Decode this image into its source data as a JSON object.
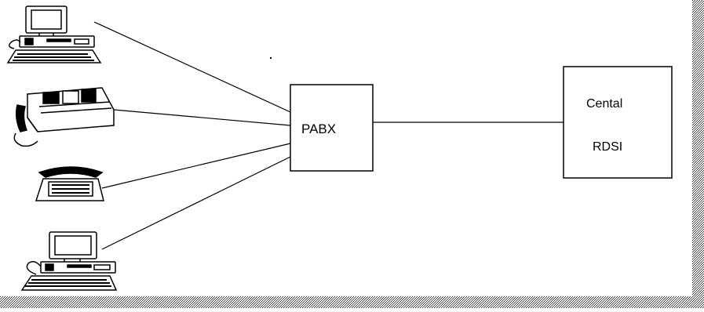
{
  "diagram": {
    "nodes": {
      "pabx": {
        "label": "PABX"
      },
      "central": {
        "label_line1": "Cental",
        "label_line2": "RDSI"
      }
    },
    "devices": [
      {
        "id": "computer-top",
        "icon": "computer-icon"
      },
      {
        "id": "fax",
        "icon": "fax-machine-icon"
      },
      {
        "id": "telephone",
        "icon": "telephone-icon"
      },
      {
        "id": "computer-bottom",
        "icon": "computer-icon"
      }
    ],
    "colors": {
      "line": "#000000",
      "border_dither": "#9a9a9a"
    }
  }
}
